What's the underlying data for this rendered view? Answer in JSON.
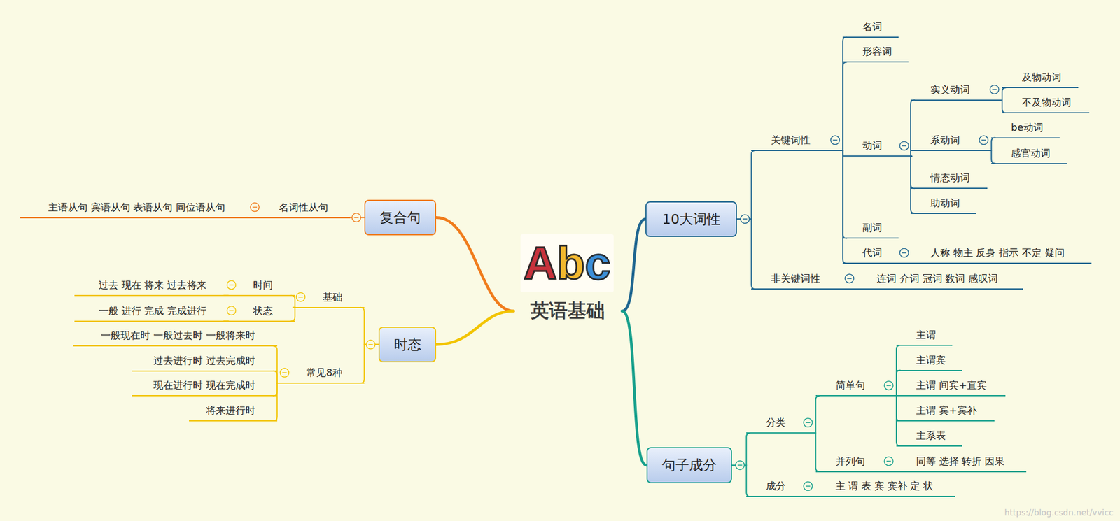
{
  "diagram": {
    "nodes": [
      {
        "text": [
          "英语基础"
        ]
      },
      {
        "text": [
          "10大词性"
        ]
      },
      {
        "text": [
          "关键词性"
        ]
      },
      {
        "text": [
          "名词"
        ]
      },
      {
        "text": [
          "形容词"
        ]
      },
      {
        "text": [
          "动词"
        ]
      },
      {
        "text": [
          "实义动词"
        ]
      },
      {
        "text": [
          "及物动词"
        ]
      },
      {
        "text": [
          "不及物动词"
        ]
      },
      {
        "text": [
          "系动词"
        ]
      },
      {
        "text": [
          "be动词"
        ]
      },
      {
        "text": [
          "感官动词"
        ]
      },
      {
        "text": [
          "情态动词"
        ]
      },
      {
        "text": [
          "助动词"
        ]
      },
      {
        "text": [
          "副词"
        ]
      },
      {
        "text": [
          "代词"
        ]
      },
      {
        "text": [
          "人称 物主 反身 指示 不定 疑问"
        ]
      },
      {
        "text": [
          "非关键词性"
        ]
      },
      {
        "text": [
          "连词 介词 冠词 数词 感叹词"
        ]
      },
      {
        "text": [
          "句子成分"
        ]
      },
      {
        "text": [
          "分类"
        ]
      },
      {
        "text": [
          "简单句"
        ]
      },
      {
        "text": [
          "主谓"
        ]
      },
      {
        "text": [
          "主谓宾"
        ]
      },
      {
        "text": [
          "主谓 间宾+直宾"
        ]
      },
      {
        "text": [
          "主谓 宾+宾补"
        ]
      },
      {
        "text": [
          "主系表"
        ]
      },
      {
        "text": [
          "并列句"
        ]
      },
      {
        "text": [
          "同等 选择 转折 因果"
        ]
      },
      {
        "text": [
          "成分"
        ]
      },
      {
        "text": [
          "主 谓 表 宾 宾补 定 状"
        ]
      },
      {
        "text": [
          "复合句"
        ]
      },
      {
        "text": [
          "名词性从句"
        ]
      },
      {
        "text": [
          "主语从句 宾语从句 表语从句 同位语从句"
        ]
      },
      {
        "text": [
          "时态"
        ]
      },
      {
        "text": [
          "基础"
        ]
      },
      {
        "text": [
          "时间"
        ]
      },
      {
        "text": [
          "过去 现在 将来 过去将来"
        ]
      },
      {
        "text": [
          "状态"
        ]
      },
      {
        "text": [
          "一般 进行 完成 完成进行"
        ]
      },
      {
        "text": [
          "常见8种"
        ]
      },
      {
        "text": [
          "一般现在时 一般过去时 一般将来时"
        ]
      },
      {
        "text": [
          "过去进行时 过去完成时"
        ]
      },
      {
        "text": [
          "现在进行时 现在完成时"
        ]
      },
      {
        "text": [
          "将来进行时"
        ]
      }
    ],
    "edges": [
      {
        "from": 0,
        "to": 1,
        "arrow": "none"
      },
      {
        "from": 1,
        "to": 2,
        "arrow": "none"
      },
      {
        "from": 2,
        "to": 3,
        "arrow": "none"
      },
      {
        "from": 2,
        "to": 4,
        "arrow": "none"
      },
      {
        "from": 2,
        "to": 5,
        "arrow": "none"
      },
      {
        "from": 5,
        "to": 6,
        "arrow": "none"
      },
      {
        "from": 6,
        "to": 7,
        "arrow": "none"
      },
      {
        "from": 6,
        "to": 8,
        "arrow": "none"
      },
      {
        "from": 5,
        "to": 9,
        "arrow": "none"
      },
      {
        "from": 9,
        "to": 10,
        "arrow": "none"
      },
      {
        "from": 9,
        "to": 11,
        "arrow": "none"
      },
      {
        "from": 5,
        "to": 12,
        "arrow": "none"
      },
      {
        "from": 5,
        "to": 13,
        "arrow": "none"
      },
      {
        "from": 2,
        "to": 14,
        "arrow": "none"
      },
      {
        "from": 2,
        "to": 15,
        "arrow": "none"
      },
      {
        "from": 15,
        "to": 16,
        "arrow": "none"
      },
      {
        "from": 1,
        "to": 17,
        "arrow": "none"
      },
      {
        "from": 17,
        "to": 18,
        "arrow": "none"
      },
      {
        "from": 0,
        "to": 19,
        "arrow": "none"
      },
      {
        "from": 19,
        "to": 20,
        "arrow": "none"
      },
      {
        "from": 20,
        "to": 21,
        "arrow": "none"
      },
      {
        "from": 21,
        "to": 22,
        "arrow": "none"
      },
      {
        "from": 21,
        "to": 23,
        "arrow": "none"
      },
      {
        "from": 21,
        "to": 24,
        "arrow": "none"
      },
      {
        "from": 21,
        "to": 25,
        "arrow": "none"
      },
      {
        "from": 21,
        "to": 26,
        "arrow": "none"
      },
      {
        "from": 20,
        "to": 27,
        "arrow": "none"
      },
      {
        "from": 27,
        "to": 28,
        "arrow": "none"
      },
      {
        "from": 19,
        "to": 29,
        "arrow": "none"
      },
      {
        "from": 29,
        "to": 30,
        "arrow": "none"
      },
      {
        "from": 0,
        "to": 31,
        "arrow": "none"
      },
      {
        "from": 31,
        "to": 32,
        "arrow": "none"
      },
      {
        "from": 32,
        "to": 33,
        "arrow": "none"
      },
      {
        "from": 0,
        "to": 34,
        "arrow": "none"
      },
      {
        "from": 34,
        "to": 35,
        "arrow": "none"
      },
      {
        "from": 35,
        "to": 36,
        "arrow": "none"
      },
      {
        "from": 36,
        "to": 37,
        "arrow": "none"
      },
      {
        "from": 35,
        "to": 38,
        "arrow": "none"
      },
      {
        "from": 38,
        "to": 39,
        "arrow": "none"
      },
      {
        "from": 34,
        "to": 40,
        "arrow": "none"
      },
      {
        "from": 40,
        "to": 41,
        "arrow": "none"
      },
      {
        "from": 40,
        "to": 42,
        "arrow": "none"
      },
      {
        "from": 40,
        "to": 43,
        "arrow": "none"
      },
      {
        "from": 40,
        "to": 44,
        "arrow": "none"
      }
    ],
    "labels": [
      "Abc",
      "https://blog.csdn.net/vvicc"
    ]
  }
}
